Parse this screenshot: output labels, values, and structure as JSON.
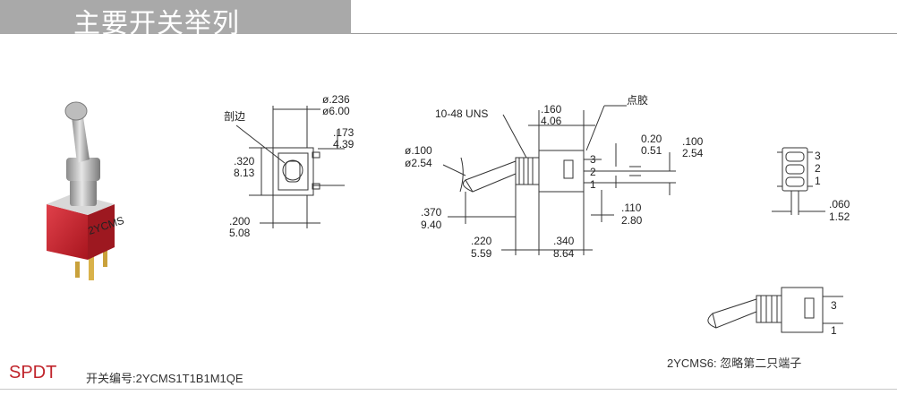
{
  "header": {
    "title": "主要开关举列"
  },
  "product": {
    "type": "SPDT",
    "part_number_label": "开关编号:2YCMS1T1B1M1QE"
  },
  "front_view": {
    "note": "剖边",
    "width_in": "ø.236",
    "width_mm": "ø6.00",
    "height_in": ".320",
    "height_mm": "8.13",
    "offset_in": ".173",
    "offset_mm": "4.39",
    "base_in": ".200",
    "base_mm": "5.08"
  },
  "side_view": {
    "thread": "10-48 UNS",
    "note": "点胶",
    "lever_dia_in": "ø.100",
    "lever_dia_mm": "ø2.54",
    "body_top_in": ".160",
    "body_top_mm": "4.06",
    "pin_in": "0.20",
    "pin_mm": "0.51",
    "pin_spacing_in": ".100",
    "pin_spacing_mm": "2.54",
    "lever_len_in": ".370",
    "lever_len_mm": "9.40",
    "bushing_in": ".220",
    "bushing_mm": "5.59",
    "body_len_in": ".340",
    "body_len_mm": "8.64",
    "pin_len_in": ".110",
    "pin_len_mm": "2.80",
    "pin_labels": [
      "3",
      "2",
      "1"
    ]
  },
  "end_view": {
    "pin_labels": [
      "3",
      "2",
      "1"
    ],
    "pitch_in": ".060",
    "pitch_mm": "1.52"
  },
  "variant": {
    "pin_labels": [
      "3",
      "1"
    ],
    "note": "2YCMS6: 忽略第二只端子"
  },
  "colors": {
    "header_band": "#a9a9a9",
    "switch_red": "#c8202a",
    "type_label": "#c0242b"
  }
}
